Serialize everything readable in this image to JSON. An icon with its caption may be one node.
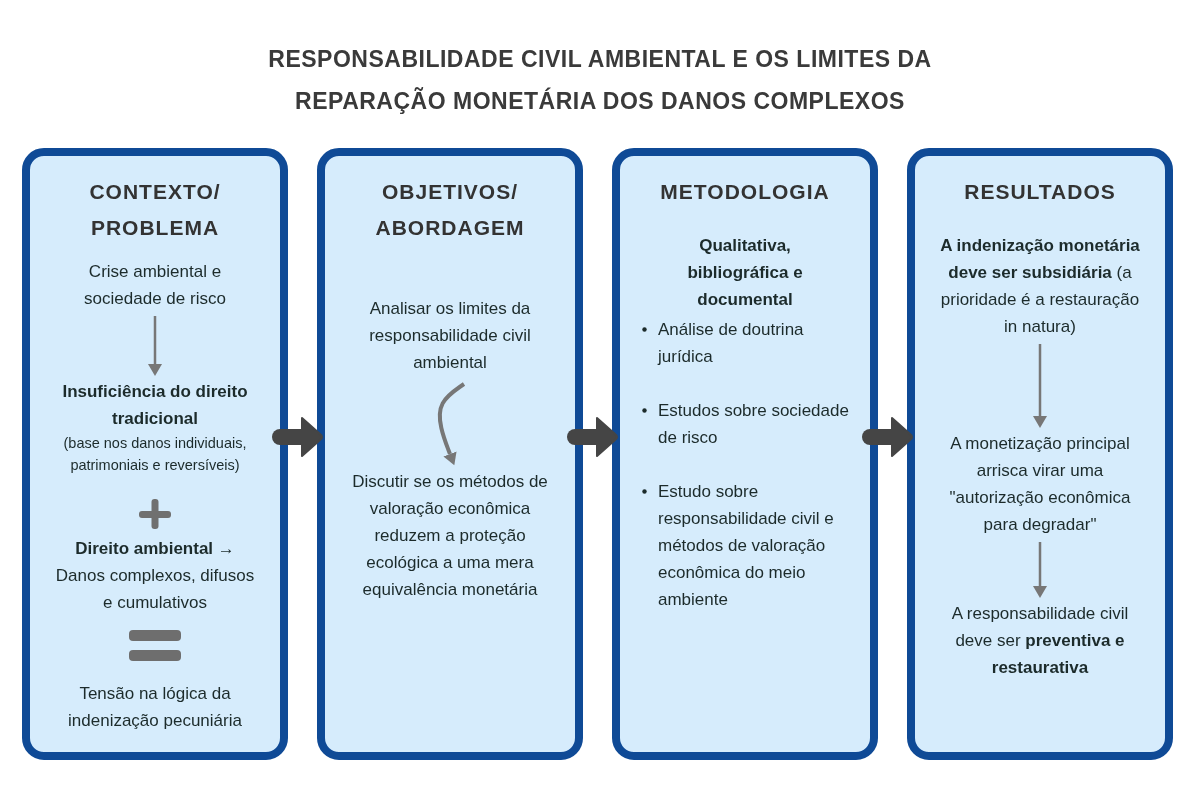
{
  "diagram": {
    "title": "RESPONSABILIDADE CIVIL AMBIENTAL E OS LIMITES DA REPARAÇÃO MONETÁRIA DOS DANOS COMPLEXOS",
    "nodes": [
      {
        "text": [
          "CONTEXTO/ PROBLEMA"
        ]
      },
      {
        "text": [
          "Crise ambiental e sociedade de risco"
        ],
        "in": 0
      },
      {
        "text": [
          "Insuficiência do direito tradicional",
          "(base nos danos individuais, patrimoniais e reversíveis)"
        ],
        "in": 0
      },
      {
        "text": [
          "**Direito ambiental →** Danos complexos, difusos e cumulativos"
        ],
        "in": 0
      },
      {
        "text": [
          "Tensão na lógica da indenização pecuniária"
        ],
        "in": 0
      },
      {
        "text": [
          "OBJETIVOS/ ABORDAGEM"
        ]
      },
      {
        "text": [
          "Analisar os limites da responsabilidade civil ambiental"
        ],
        "in": 5
      },
      {
        "text": [
          "Discutir se os métodos de valoração econômica reduzem a proteção ecológica a uma mera equivalência monetária"
        ],
        "in": 5
      },
      {
        "text": [
          "METODOLOGIA",
          "Qualitativa, bibliográfica e documental",
          "Análise de doutrina jurídica",
          "Estudos sobre sociedade de risco",
          "Estudo sobre responsabilidade civil e métodos de valoração econômica do meio ambiente"
        ]
      },
      {
        "text": [
          "RESULTADOS"
        ]
      },
      {
        "text": [
          "**A indenização monetária deve ser subsidiária** (a prioridade é a restauração in natura)"
        ],
        "in": 9
      },
      {
        "text": [
          "A monetização principal arrisca virar uma \"autorização econômica para degradar\""
        ],
        "in": 9
      },
      {
        "text": [
          "A responsabilidade civil deve ser **preventiva e restaurativa**"
        ],
        "in": 9
      }
    ],
    "edges": [
      {
        "from": 0,
        "to": 5,
        "arrow": "to",
        "style": "thick",
        "color": "#454545"
      },
      {
        "from": 5,
        "to": 8,
        "arrow": "to",
        "style": "thick",
        "color": "#454545"
      },
      {
        "from": 8,
        "to": 9,
        "arrow": "to",
        "style": "thick",
        "color": "#454545"
      },
      {
        "from": 1,
        "to": 2,
        "arrow": "to"
      },
      {
        "from": 6,
        "to": 7,
        "arrow": "to"
      },
      {
        "from": 10,
        "to": 11,
        "arrow": "to"
      },
      {
        "from": 11,
        "to": 12,
        "arrow": "to"
      }
    ]
  }
}
